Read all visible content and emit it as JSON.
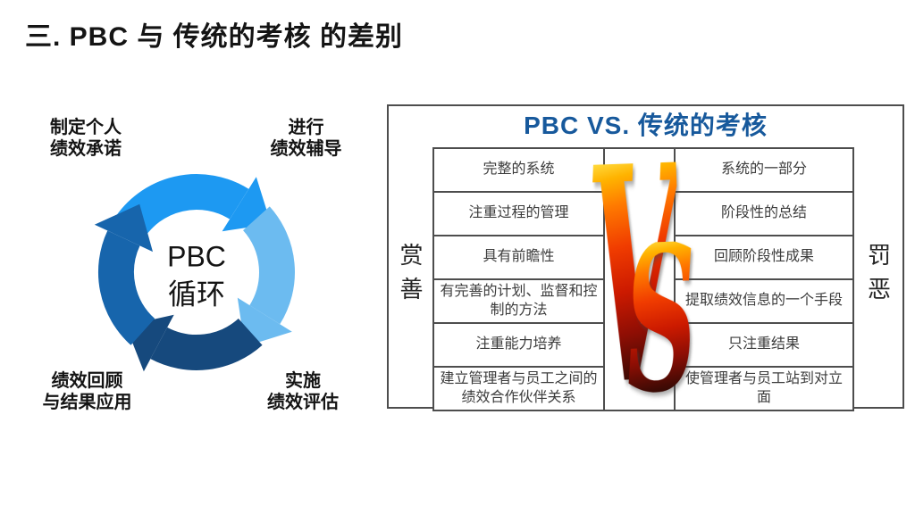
{
  "slide_title": "三. PBC 与 传统的考核 的差别",
  "cycle": {
    "center": {
      "line1": "PBC",
      "line2": "循环"
    },
    "labels": {
      "top_left": "制定个人\n绩效承诺",
      "top_right": "进行\n绩效辅导",
      "bottom_left": "绩效回顾\n与结果应用",
      "bottom_right": "实施\n绩效评估"
    },
    "colors": {
      "top_arrow": "#1D99F2",
      "right_arrow": "#6CBBF0",
      "bottom_arrow": "#16497D",
      "left_arrow": "#1765AC"
    }
  },
  "comparison": {
    "title": "PBC VS. 传统的考核",
    "title_color": "#17599C",
    "left_axis": "赏善",
    "right_axis": "罚恶",
    "vs": {
      "v": "V",
      "s": "S"
    },
    "vs_gradient": [
      "#FFE24A",
      "#FF7A00",
      "#F03C00",
      "#8F0E04",
      "#1C0502"
    ],
    "rows": [
      {
        "pbc": "完整的系统",
        "traditional": "系统的一部分"
      },
      {
        "pbc": "注重过程的管理",
        "traditional": "阶段性的总结"
      },
      {
        "pbc": "具有前瞻性",
        "traditional": "回顾阶段性成果"
      },
      {
        "pbc": "有完善的计划、监督和控制的方法",
        "traditional": "提取绩效信息的一个手段"
      },
      {
        "pbc": "注重能力培养",
        "traditional": "只注重结果"
      },
      {
        "pbc": "建立管理者与员工之间的绩效合作伙伴关系",
        "traditional": "使管理者与员工站到对立面"
      }
    ]
  }
}
